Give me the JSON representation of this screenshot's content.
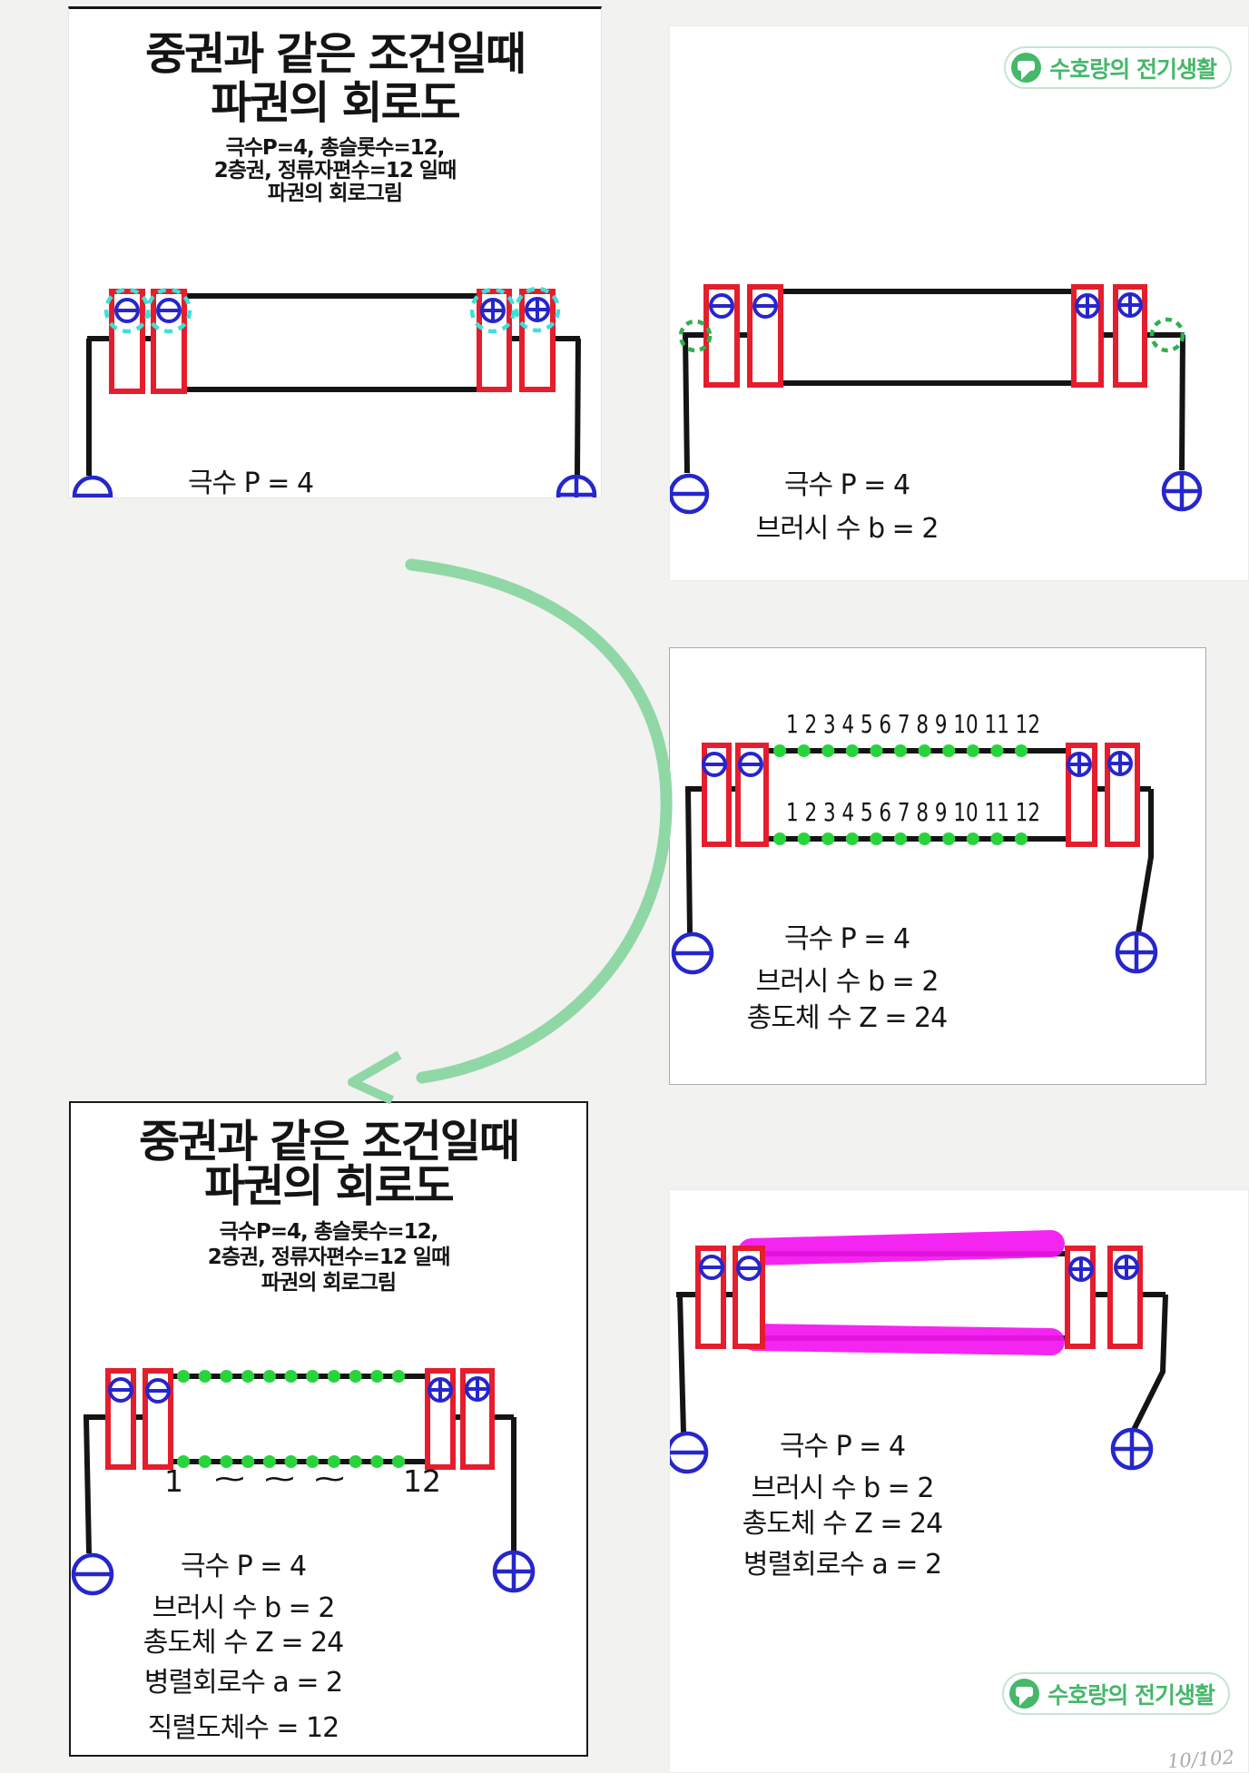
{
  "page": {
    "number": "10/102"
  },
  "logo": {
    "text": "수호랑의 전기생활"
  },
  "colors": {
    "brush_red": "#e51d2c",
    "symbol_blue": "#2626cc",
    "wire_black": "#141414",
    "dot_green": "#29d33c",
    "cyan_dash": "#3fe0d6",
    "green_dash": "#2fb14c",
    "magenta_highlight": "#f513f0",
    "arrow_green": "#90d7a6",
    "logo_green": "#45b86a"
  },
  "title_block": {
    "line1": "중권과 같은 조건일때",
    "line2": "파권의 회로도",
    "sub1": "극수P=4, 총슬롯수=12,",
    "sub2": "2층권, 정류자편수=12 일때",
    "sub3": "파권의 회로그림"
  },
  "labels": {
    "pole": "극수 P = 4",
    "brush_count": "브러시 수 b = 2",
    "total_conductors": "총도체 수 Z = 24",
    "parallel_circuits": "병렬회로수 a = 2",
    "series_conductors": "직렬도체수 = 12"
  },
  "panel3": {
    "commutator_numbers_top": "1 2 3 4 5 6 7 8 9 10 11 12",
    "commutator_numbers_bottom": "1 2 3 4 5 6 7 8 9 10 11 12"
  },
  "panel4": {
    "segment_first": "1",
    "segment_tildes": "~    ~    ~",
    "segment_last": "12"
  }
}
